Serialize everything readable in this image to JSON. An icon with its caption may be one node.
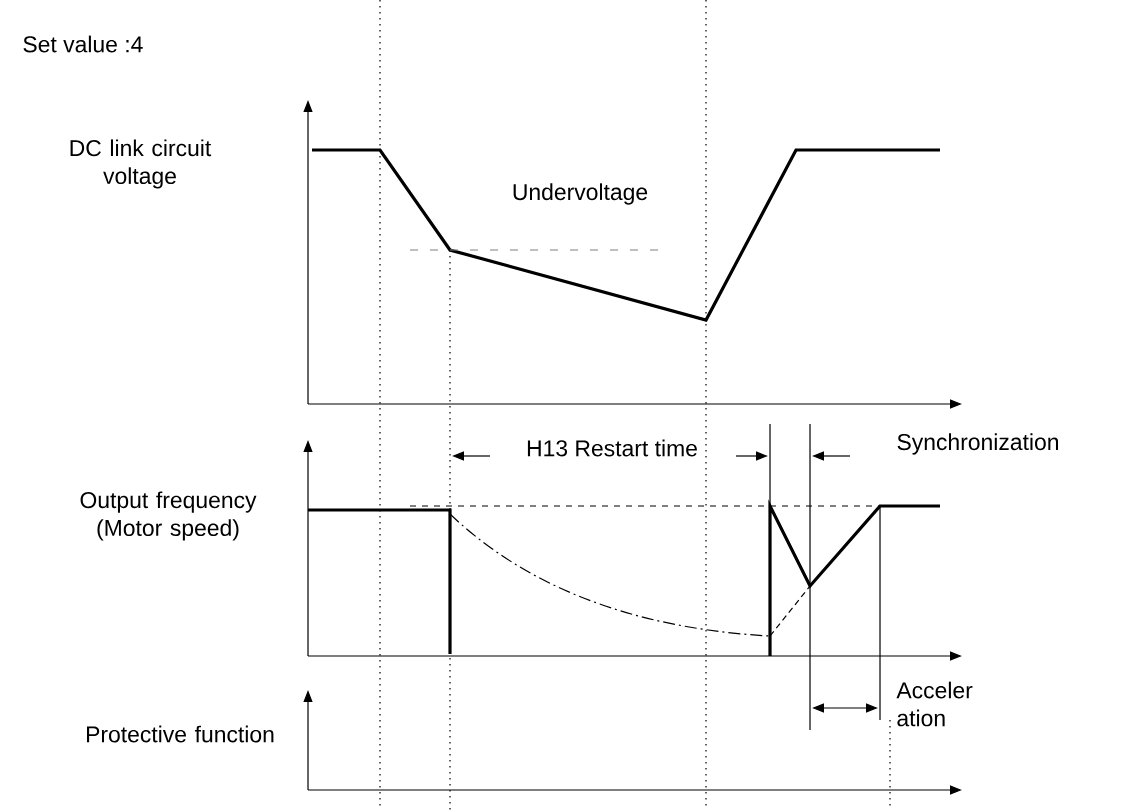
{
  "diagram": {
    "labels": [
      "Set value :4",
      "DC link circuit voltage",
      "Undervoltage",
      "Output frequency (Motor speed)",
      "H13 Restart time",
      "Synchronization",
      "Protective function",
      "Acceler ation"
    ]
  }
}
